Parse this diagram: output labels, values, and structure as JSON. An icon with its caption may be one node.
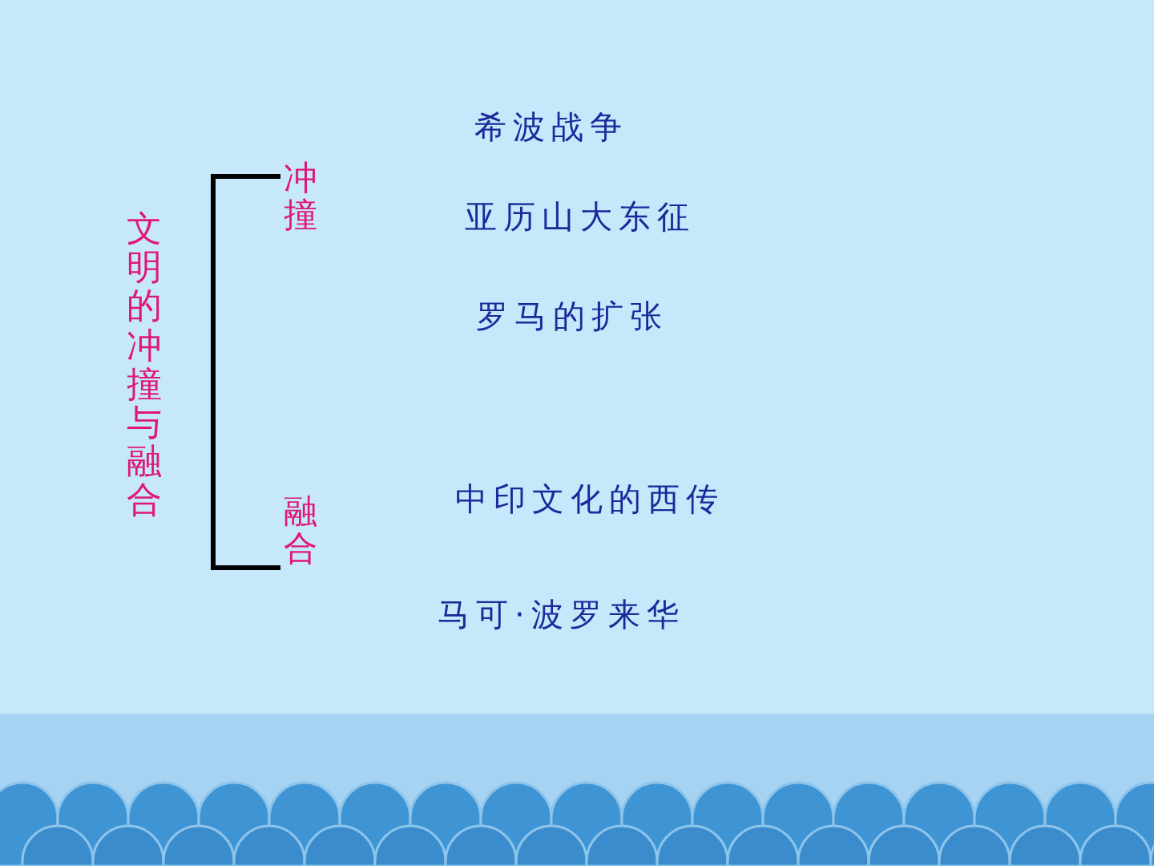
{
  "diagram": {
    "labels": [
      "文明的冲撞与融合",
      "冲撞",
      "融合",
      "希波战争",
      "亚历山大东征",
      "罗马的扩张",
      "中印文化的西传",
      "马可·波罗来华"
    ]
  }
}
